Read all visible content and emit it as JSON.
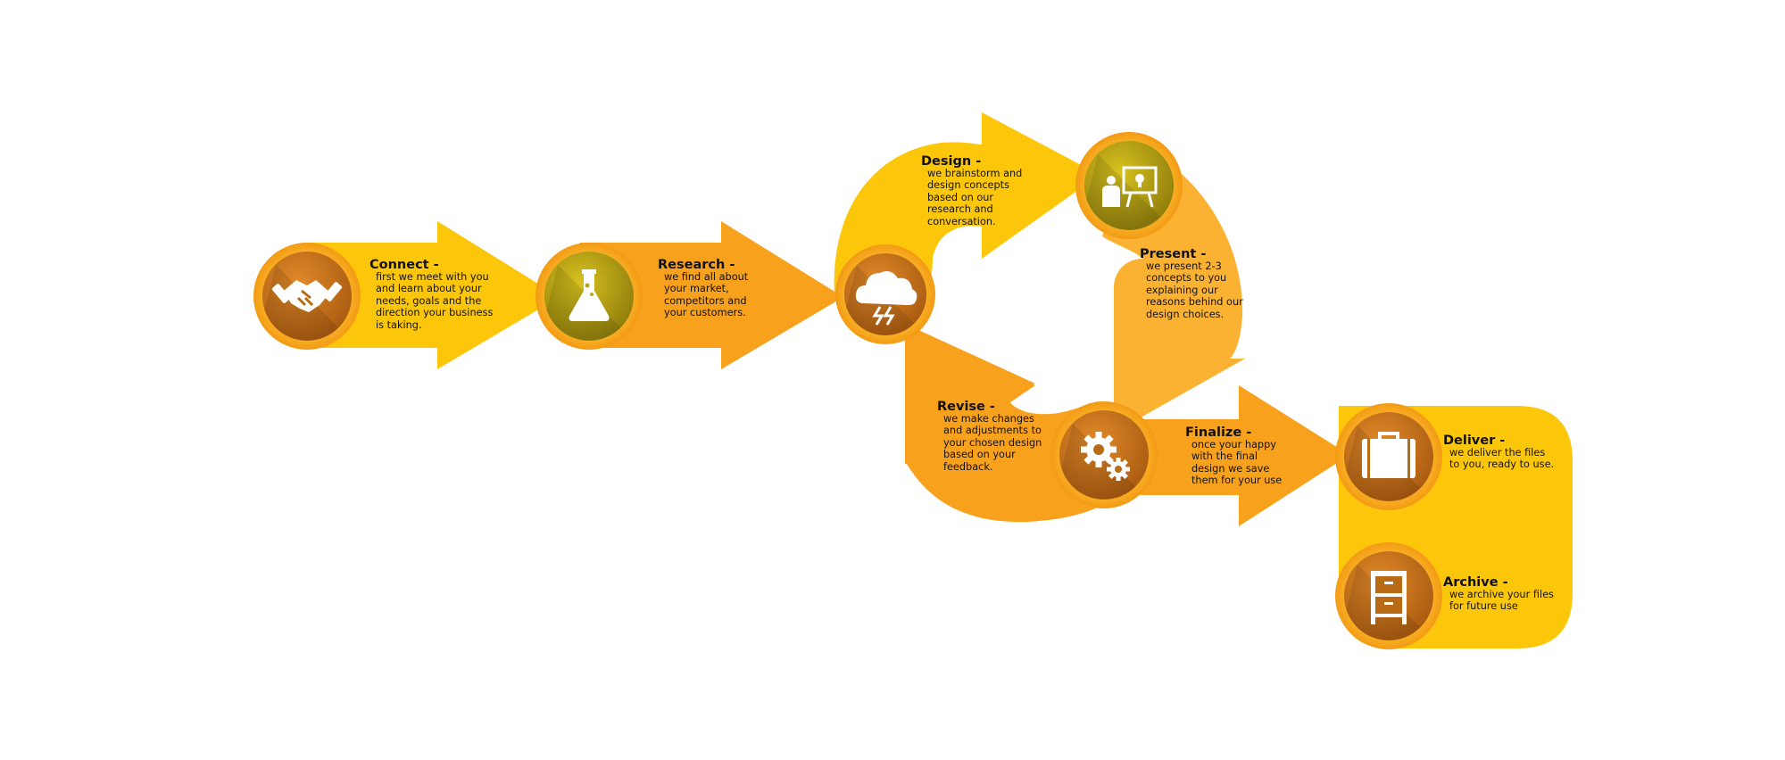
{
  "colors": {
    "yellow": "#FCC70A",
    "orange": "#F7A11D",
    "light_orange": "#FBB233",
    "icon_dark": "#B86B14",
    "icon_gold": "#B9A314",
    "icon_white": "#FFFFFF",
    "text": "#111111"
  },
  "steps": [
    {
      "id": "connect",
      "title": "Connect -",
      "icon": "handshake-icon",
      "lines": [
        "first we meet with you",
        "and learn about your",
        "needs, goals and the",
        "direction your business",
        "is taking."
      ]
    },
    {
      "id": "research",
      "title": "Research -",
      "icon": "flask-icon",
      "lines": [
        "we find all about",
        "your market,",
        "competitors and",
        "your customers."
      ]
    },
    {
      "id": "design",
      "title": "Design -",
      "icon": "storm-cloud-icon",
      "lines": [
        "we brainstorm and",
        "design concepts",
        "based on our",
        "research and",
        "conversation."
      ]
    },
    {
      "id": "present",
      "title": "Present -",
      "icon": "presentation-icon",
      "lines": [
        "we present 2-3",
        "concepts to you",
        "explaining our",
        "reasons behind our",
        "design choices."
      ]
    },
    {
      "id": "revise",
      "title": "Revise -",
      "icon": "gears-icon",
      "lines": [
        "we make changes",
        "and adjustments to",
        "your chosen design",
        "based on your",
        "feedback."
      ]
    },
    {
      "id": "finalize",
      "title": "Finalize -",
      "icon": "gears-icon",
      "lines": [
        "once your happy",
        "with the final",
        "design we save",
        "them for your use"
      ]
    },
    {
      "id": "deliver",
      "title": "Deliver -",
      "icon": "briefcase-icon",
      "lines": [
        "we deliver the files",
        "to you, ready to use."
      ]
    },
    {
      "id": "archive",
      "title": "Archive -",
      "icon": "file-cabinet-icon",
      "lines": [
        "we archive your files",
        "for future use"
      ]
    }
  ]
}
